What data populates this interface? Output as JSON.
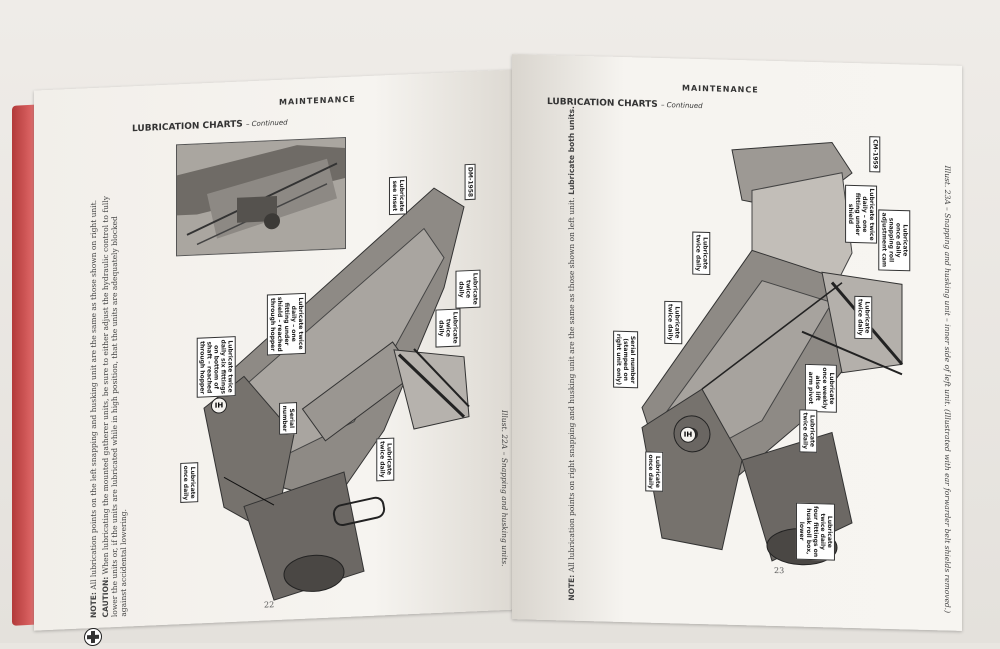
{
  "book": {
    "left_page": {
      "running_head": "MAINTENANCE",
      "section_title": "LUBRICATION CHARTS",
      "section_continued": "– Continued",
      "page_number": "22",
      "note_label": "NOTE:",
      "note_text": "All lubrication points on the left snapping and husking unit are the same as those shown on right unit.",
      "caution_label": "CAUTION:",
      "caution_text": "When lubricating the mounted gatherer units, be sure to either adjust the hydraulic control to fully lower the units or, if the units are lubricated while in high position, that the units are adequately blocked against accidental lowering.",
      "illustration_caption": "Illust. 22A – Snapping and husking units.",
      "photo_code": "DM-1958",
      "callouts": [
        "Lubricate\nsee inset",
        "Lubricate\ntwice\ndaily",
        "Lubricate twice\ndaily – one\nfitting under\nshield – reached\nthrough hopper",
        "Lubricate\ntwice\ndaily",
        "Lubricate twice\ndaily six fittings\non bottom of\nshaft – reached\nthrough hopper",
        "Serial\nnumber",
        "Lubricate\nonce daily",
        "Lubricate\ntwice daily"
      ]
    },
    "right_page": {
      "running_head": "MAINTENANCE",
      "section_title": "LUBRICATION CHARTS",
      "section_continued": "– Continued",
      "page_number": "23",
      "note_label": "NOTE:",
      "note_text": "All lubrication points on right snapping and husking unit are the same as those shown on left unit.",
      "lubricate_both": "Lubricate both units.",
      "illustration_caption": "Illust. 23A – Snapping and husking unit – inner side of left unit. (Illustrated with ear forwarder belt shields removed.)",
      "photo_code": "CM-1959",
      "callouts": [
        "Lubricate twice\ndaily – one\nfitting under\nshield",
        "Lubricate\nonce daily\nsnapping roll\nadjustment cam",
        "Lubricate\ntwice daily",
        "Lubricate\ntwice daily",
        "Lubricate\ntwice daily",
        "Serial number\n(stamped on\nright unit only)",
        "Lubricate\nonce weekly\nalso lift\narm pivot",
        "Lubricate\ntwice daily",
        "Lubricate\nonce daily",
        "Lubricate\ntwice daily\nfour fittings on\nhusk roll box,\nlower"
      ]
    }
  },
  "colors": {
    "cover": "#c94a4a",
    "paper": "#f5f3ef",
    "ink": "#333333"
  }
}
